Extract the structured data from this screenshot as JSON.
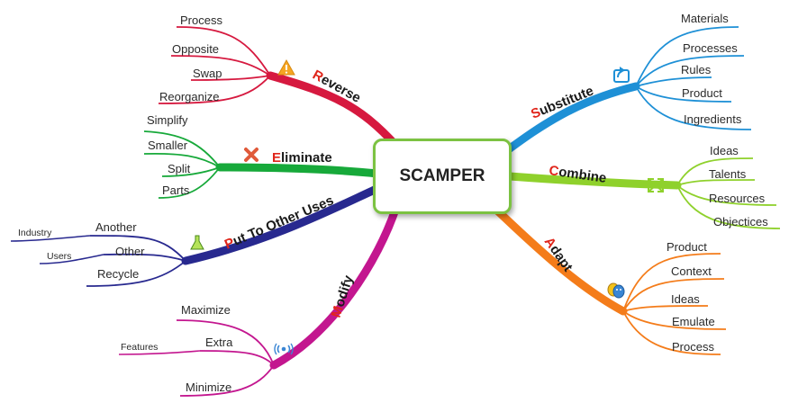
{
  "center": {
    "label": "SCAMPER"
  },
  "branches": {
    "substitute": {
      "initial": "S",
      "rest": "ubstitute",
      "color": "#1e90d6",
      "icon": "refresh-arrow-icon",
      "items": [
        "Materials",
        "Processes",
        "Rules",
        "Product",
        "Ingredients"
      ]
    },
    "combine": {
      "initial": "C",
      "rest": "ombine",
      "color": "#8fd12c",
      "icon": "combine-arrows-icon",
      "items": [
        "Ideas",
        "Talents",
        "Resources",
        "Objectices"
      ]
    },
    "adapt": {
      "initial": "A",
      "rest": "dapt",
      "color": "#f47c1a",
      "icon": "theatre-masks-icon",
      "items": [
        "Product",
        "Context",
        "Ideas",
        "Emulate",
        "Process"
      ]
    },
    "modify": {
      "initial": "M",
      "rest": "odify",
      "color": "#c3168f",
      "icon": "signal-waves-icon",
      "items": [
        "Maximize",
        "Extra",
        "Minimize"
      ],
      "sub": "Features"
    },
    "put_to_other_uses": {
      "initial": "P",
      "rest": "ut To Other Uses",
      "color": "#28298f",
      "icon": "flask-icon",
      "items": [
        "Another",
        "Other",
        "Recycle"
      ],
      "sub": [
        "Industry",
        "Users"
      ]
    },
    "eliminate": {
      "initial": "E",
      "rest": "liminate",
      "color": "#17a93a",
      "icon": "red-x-icon",
      "items": [
        "Simplify",
        "Smaller",
        "Split",
        "Parts"
      ]
    },
    "reverse": {
      "initial": "R",
      "rest": "everse",
      "color": "#d6193f",
      "icon": "warning-triangle-icon",
      "items": [
        "Process",
        "Opposite",
        "Swap",
        "Reorganize"
      ]
    }
  }
}
